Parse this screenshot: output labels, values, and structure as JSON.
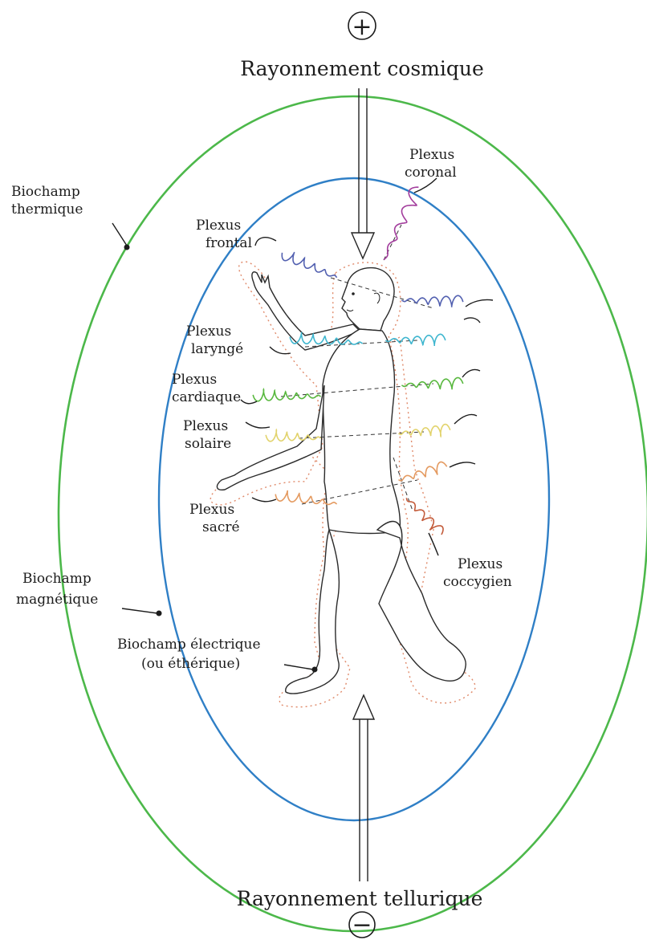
{
  "top_symbol": "+",
  "bottom_symbol": "−",
  "cosmic_label": "Rayonnement cosmique",
  "telluric_label": "Rayonnement tellurique",
  "fields": {
    "thermal": [
      "Biochamp",
      "thermique"
    ],
    "magnetic": [
      "Biochamp",
      "magnétique"
    ],
    "electric": [
      "Biochamp électrique",
      "(ou éthérique)"
    ]
  },
  "plexus": {
    "coronal": [
      "Plexus",
      "coronal"
    ],
    "frontal": [
      "Plexus",
      "frontal"
    ],
    "laryngeal": [
      "Plexus",
      "laryngé"
    ],
    "cardiac": [
      "Plexus",
      "cardiaque"
    ],
    "solar": [
      "Plexus",
      "solaire"
    ],
    "sacral": [
      "Plexus",
      "sacré"
    ],
    "coccygeal": [
      "Plexus",
      "coccygien"
    ]
  },
  "colors": {
    "thermal_field": "#4cb84a",
    "magnetic_field": "#2f7fc6",
    "electric_field": "#e08a6a",
    "coronal": "#a23c9c",
    "frontal": "#5260b0",
    "laryngeal": "#3fb6cf",
    "cardiac": "#58b83e",
    "solar": "#e2d36c",
    "sacral": "#e49a60",
    "coccygeal": "#c35b3a"
  }
}
